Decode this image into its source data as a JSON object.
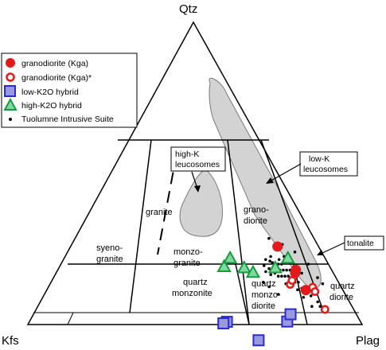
{
  "chart_data": {
    "type": "scatter",
    "diagram": "ternary QAP (Qtz-Kfs-Plag) classification",
    "vertices": {
      "top": "Qtz",
      "left": "Kfs",
      "right": "Plag"
    },
    "fields": [
      {
        "id": "granite",
        "lines": [
          "granite"
        ]
      },
      {
        "id": "syenogranite",
        "lines": [
          "syeno-",
          "granite"
        ]
      },
      {
        "id": "monzogranite",
        "lines": [
          "monzo-",
          "granite"
        ]
      },
      {
        "id": "granodiorite",
        "lines": [
          "grano-",
          "diorite"
        ]
      },
      {
        "id": "quartz-monzonite",
        "lines": [
          "quartz",
          "monzonite"
        ]
      },
      {
        "id": "quartz-monzodiorite",
        "lines": [
          "quartz",
          "monzo-",
          "diorite"
        ]
      },
      {
        "id": "quartz-diorite",
        "lines": [
          "quartz",
          "diorite"
        ]
      }
    ],
    "callouts": [
      {
        "id": "high-k",
        "lines": [
          "high-K",
          "leucosomes"
        ]
      },
      {
        "id": "low-k",
        "lines": [
          "low-K",
          "leucosomes"
        ]
      },
      {
        "id": "tonalite",
        "lines": [
          "tonalite"
        ]
      }
    ],
    "legend": {
      "placement": "top-left",
      "entries": [
        {
          "text": "granodiorite (Kga)",
          "marker": "filled-circle",
          "color": "#e31a1c"
        },
        {
          "text": "granodiorite (Kga)*",
          "marker": "open-circle",
          "color": "#e31a1c"
        },
        {
          "text": "low-K2O hybrid",
          "marker": "square",
          "color": "#2b2bd6",
          "fill": "#9999dd"
        },
        {
          "text": "high-K2O hybrid",
          "marker": "triangle",
          "color": "#1a9a3c",
          "fill": "#7ed9a0"
        },
        {
          "text": "Tuolumne Intrusive Suite",
          "marker": "dot",
          "color": "#000000"
        }
      ]
    },
    "series": [
      {
        "name": "granodiorite (Kga)",
        "marker": "filled-circle",
        "points": [
          [
            61.9,
            12.3,
            25.8
          ],
          [
            71.2,
            10.7,
            18.1
          ],
          [
            71.5,
            11.4,
            17.1
          ],
          [
            77.5,
            11.1,
            11.4
          ]
        ]
      },
      {
        "name": "granodiorite (Kga)*",
        "points": [
          [
            71.9,
            14.8,
            13.3
          ],
          [
            79.1,
            8.6,
            12.3
          ],
          [
            80.5,
            8.6,
            10.9
          ],
          [
            71.8,
            13.6,
            14.6
          ],
          [
            86.4,
            8.6,
            5.0
          ]
        ],
        "marker": "open-circle"
      },
      {
        "name": "low-K2O hybrid",
        "marker": "square",
        "points": [
          [
            59.1,
            40.0,
            0.9
          ],
          [
            58.3,
            41.3,
            0.4
          ],
          [
            71.6,
            33.6,
            -5.2
          ],
          [
            77.1,
            21.9,
            1.0
          ],
          [
            76.9,
            19.7,
            3.4
          ]
        ]
      },
      {
        "name": "high-K2O hybrid",
        "marker": "triangle",
        "points": [
          [
            49.2,
            31.6,
            19.2
          ],
          [
            49.6,
            28.4,
            22.0
          ],
          [
            55.4,
            25.8,
            18.8
          ],
          [
            58.8,
            23.9,
            17.3
          ],
          [
            64.7,
            16.5,
            18.8
          ],
          [
            66.9,
            11.1,
            22.0
          ]
        ]
      },
      {
        "name": "Tuolumne Intrusive Suite",
        "marker": "dot",
        "points": [
          [
            61.0,
            19.5,
            19.5
          ],
          [
            63.0,
            18.5,
            18.5
          ],
          [
            64.0,
            18.0,
            18.0
          ],
          [
            62.5,
            20.0,
            17.5
          ],
          [
            65.5,
            17.5,
            17.0
          ],
          [
            64.0,
            16.0,
            20.0
          ],
          [
            66.0,
            16.5,
            17.5
          ],
          [
            66.5,
            15.5,
            18.0
          ],
          [
            67.0,
            17.0,
            16.0
          ],
          [
            65.0,
            15.0,
            20.0
          ],
          [
            68.0,
            16.0,
            16.0
          ],
          [
            67.5,
            14.5,
            18.0
          ],
          [
            69.0,
            15.0,
            16.0
          ],
          [
            68.5,
            13.5,
            18.0
          ],
          [
            70.0,
            14.0,
            16.0
          ],
          [
            63.0,
            16.5,
            20.5
          ],
          [
            62.0,
            17.0,
            21.0
          ],
          [
            60.5,
            18.0,
            21.5
          ],
          [
            64.5,
            19.0,
            16.5
          ],
          [
            66.0,
            14.0,
            20.0
          ],
          [
            69.5,
            12.5,
            18.0
          ],
          [
            71.0,
            13.5,
            15.5
          ],
          [
            72.0,
            15.0,
            13.0
          ],
          [
            73.0,
            13.0,
            14.0
          ],
          [
            70.5,
            16.0,
            13.5
          ],
          [
            74.0,
            12.0,
            14.0
          ],
          [
            75.0,
            13.5,
            11.5
          ],
          [
            76.0,
            12.0,
            12.0
          ],
          [
            78.0,
            13.0,
            9.0
          ],
          [
            80.0,
            10.5,
            9.5
          ],
          [
            82.0,
            12.0,
            6.0
          ],
          [
            83.0,
            9.5,
            7.5
          ],
          [
            84.5,
            9.5,
            6.0
          ],
          [
            73.5,
            9.5,
            17.0
          ],
          [
            65.5,
            12.0,
            22.5
          ],
          [
            58.0,
            13.5,
            28.5
          ],
          [
            63.0,
            10.5,
            26.5
          ],
          [
            68.0,
            8.0,
            24.0
          ],
          [
            79.0,
            5.5,
            15.5
          ],
          [
            74.0,
            6.0,
            20.0
          ],
          [
            81.5,
            5.0,
            13.5
          ],
          [
            70.0,
            20.0,
            10.0
          ],
          [
            66.0,
            21.5,
            12.5
          ],
          [
            63.5,
            22.5,
            14.0
          ],
          [
            61.5,
            16.0,
            22.5
          ],
          [
            64.5,
            14.0,
            21.5
          ]
        ]
      }
    ],
    "fields_shaded": [
      "high-K leucosomes",
      "low-K leucosomes"
    ]
  }
}
